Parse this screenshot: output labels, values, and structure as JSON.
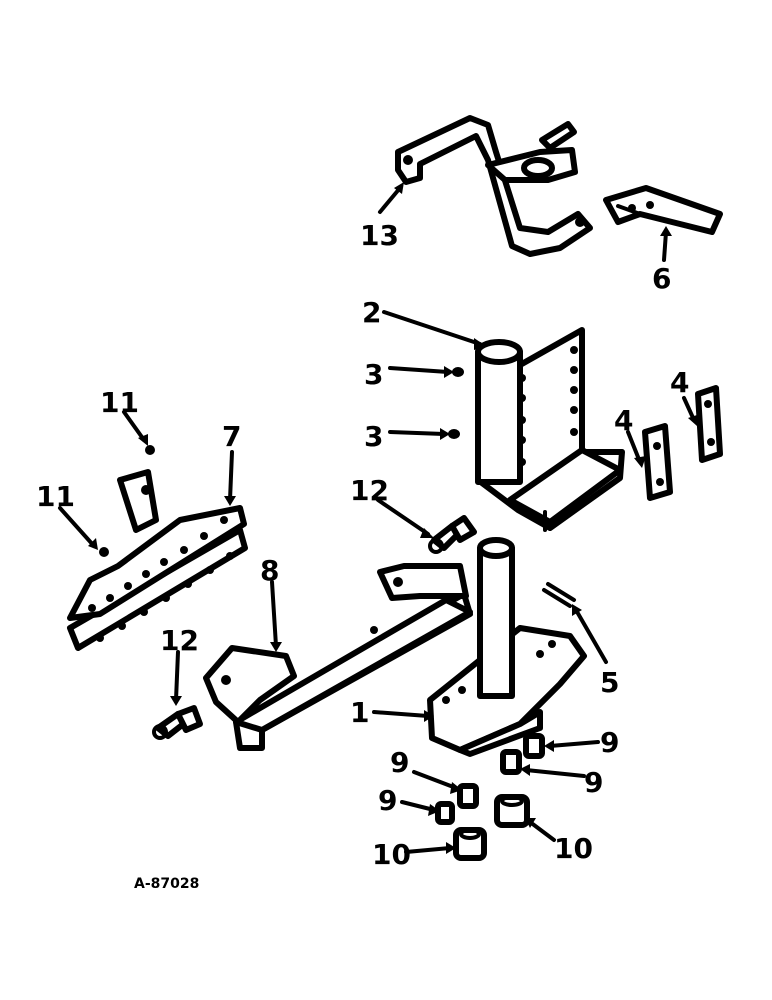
{
  "diagram_ref": "A-87028",
  "callouts": {
    "c1": "1",
    "c2": "2",
    "c3a": "3",
    "c3b": "3",
    "c4a": "4",
    "c4b": "4",
    "c5": "5",
    "c6": "6",
    "c7": "7",
    "c8": "8",
    "c9a": "9",
    "c9b": "9",
    "c9c": "9",
    "c9d": "9",
    "c10a": "10",
    "c10b": "10",
    "c11a": "11",
    "c11b": "11",
    "c12a": "12",
    "c12b": "12",
    "c13": "13"
  },
  "colors": {
    "ink": "#000000",
    "paper": "#ffffff"
  }
}
